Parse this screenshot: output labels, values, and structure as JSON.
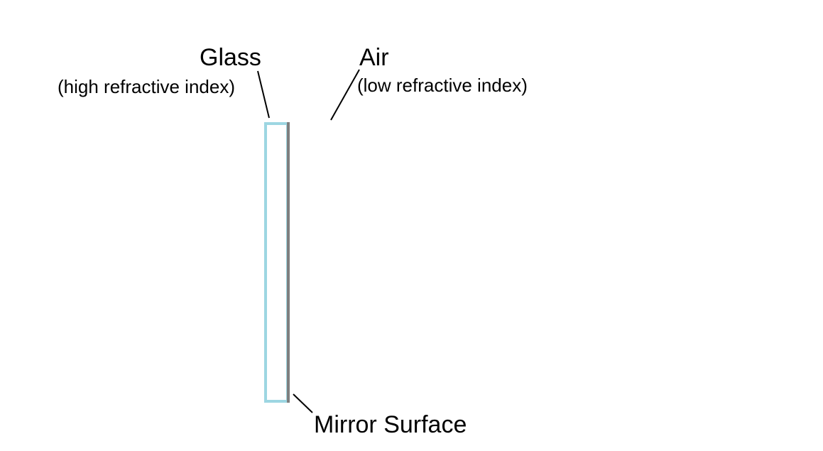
{
  "labels": {
    "glass_title": "Glass",
    "glass_subtitle": "(high refractive index)",
    "air_title": "Air",
    "air_subtitle": "(low refractive index)",
    "mirror_surface": "Mirror Surface"
  },
  "colors": {
    "glass_outline": "#9dd6e2",
    "mirror_surface": "#7f7f7f",
    "leader_line": "#000000",
    "text": "#000000",
    "background": "#ffffff"
  }
}
